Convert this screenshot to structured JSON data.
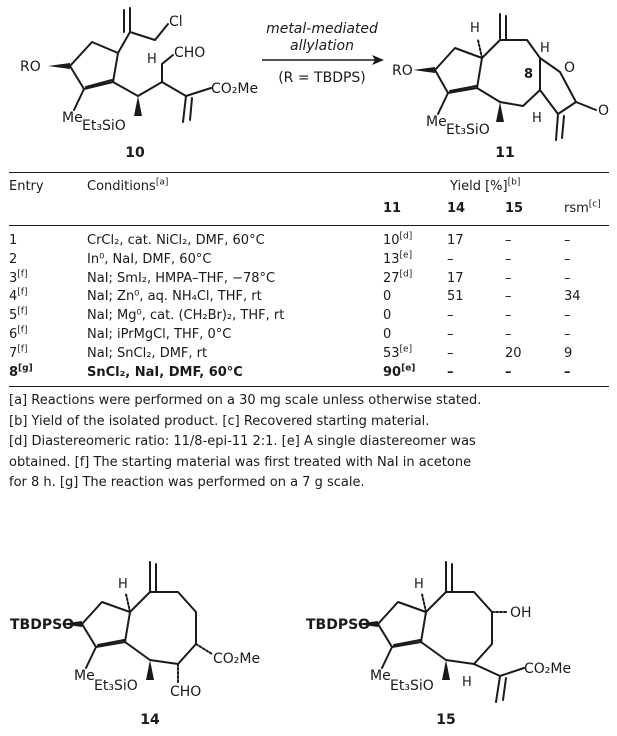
{
  "scheme": {
    "arrow_line1": "metal-mediated",
    "arrow_line2": "allylation",
    "arrow_cond": "(R = TBDPS)",
    "sm_label": "10",
    "product_label": "11",
    "atoms_sm": {
      "ro": "RO",
      "cl": "Cl",
      "h": "H",
      "cho": "CHO",
      "me": "Me",
      "et3sio": "Et₃SiO",
      "co2me": "CO₂Me"
    },
    "atoms_prod": {
      "ro": "RO",
      "h1": "H",
      "h2": "H",
      "h3": "H",
      "o_ring": "O",
      "o_carbonyl": "O",
      "me": "Me",
      "et3sio": "Et₃SiO",
      "c8": "8"
    },
    "c8_color": "#d62728"
  },
  "table": {
    "headers": {
      "entry": "Entry",
      "conditions": "Conditions",
      "conditions_note": "[a]",
      "yield": "Yield [%]",
      "yield_note": "[b]",
      "col11": "11",
      "col14": "14",
      "col15": "15",
      "rsm": "rsm",
      "rsm_note": "[c]"
    },
    "rows": [
      {
        "entry": "1",
        "entry_note": "",
        "cond": "CrCl₂, cat. NiCl₂, DMF, 60°C",
        "y11": "10",
        "y11_note": "[d]",
        "y14": "17",
        "y15": "–",
        "rsm": "–"
      },
      {
        "entry": "2",
        "entry_note": "",
        "cond": "In⁰, NaI, DMF, 60°C",
        "y11": "13",
        "y11_note": "[e]",
        "y14": "–",
        "y15": "–",
        "rsm": "–"
      },
      {
        "entry": "3",
        "entry_note": "[f]",
        "cond": "NaI; SmI₂, HMPA–THF, −78°C",
        "y11": "27",
        "y11_note": "[d]",
        "y14": "17",
        "y15": "–",
        "rsm": "–"
      },
      {
        "entry": "4",
        "entry_note": "[f]",
        "cond": "NaI; Zn⁰, aq. NH₄Cl, THF, rt",
        "y11": "0",
        "y11_note": "",
        "y14": "51",
        "y15": "–",
        "rsm": "34"
      },
      {
        "entry": "5",
        "entry_note": "[f]",
        "cond": "NaI; Mg⁰, cat. (CH₂Br)₂, THF, rt",
        "y11": "0",
        "y11_note": "",
        "y14": "–",
        "y15": "–",
        "rsm": "–"
      },
      {
        "entry": "6",
        "entry_note": "[f]",
        "cond": "NaI; iPrMgCl, THF, 0°C",
        "y11": "0",
        "y11_note": "",
        "y14": "–",
        "y15": "–",
        "rsm": "–"
      },
      {
        "entry": "7",
        "entry_note": "[f]",
        "cond": "NaI; SnCl₂, DMF, rt",
        "y11": "53",
        "y11_note": "[e]",
        "y14": "–",
        "y15": "20",
        "rsm": "9"
      },
      {
        "entry": "8",
        "entry_note": "[g]",
        "cond": "SnCl₂, NaI, DMF, 60°C",
        "y11": "90",
        "y11_note": "[e]",
        "y14": "–",
        "y15": "–",
        "rsm": "–"
      }
    ]
  },
  "footnotes": [
    "[a] Reactions were performed on a 30 mg scale unless otherwise stated.",
    "[b] Yield of the isolated product. [c] Recovered starting material.",
    "[d] Diastereomeric ratio: 11/8-epi-11 2:1. [e] A single diastereomer was",
    "obtained. [f] The starting material was first treated with NaI in acetone",
    "for 8 h. [g] The reaction was performed on a 7 g scale."
  ],
  "byproducts": {
    "label14": "14",
    "label15": "15",
    "atoms14": {
      "tbdpso": "TBDPSO",
      "h": "H",
      "me": "Me",
      "et3sio": "Et₃SiO",
      "cho": "CHO",
      "co2me": "CO₂Me"
    },
    "atoms15": {
      "tbdpso": "TBDPSO",
      "h1": "H",
      "h2": "H",
      "me": "Me",
      "et3sio": "Et₃SiO",
      "oh": "OH",
      "co2me": "CO₂Me"
    }
  }
}
